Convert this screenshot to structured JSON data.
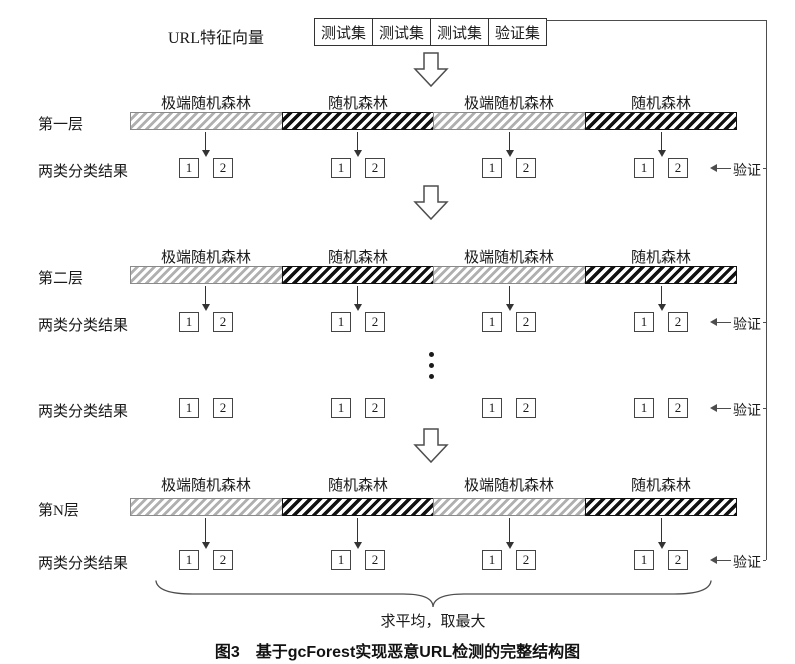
{
  "header": {
    "feature_label": "URL特征向量",
    "datasets": [
      "测试集",
      "测试集",
      "测试集",
      "验证集"
    ]
  },
  "forest_types": [
    "极端随机森林",
    "随机森林",
    "极端随机森林",
    "随机森林"
  ],
  "layers": [
    {
      "label": "第一层"
    },
    {
      "label": "第二层"
    },
    {
      "label": "第N层"
    }
  ],
  "result_row_label": "两类分类结果",
  "class_labels": [
    "1",
    "2"
  ],
  "verify_label": "验证",
  "aggregate_label": "求平均，取最大",
  "caption": "图3　基于gcForest实现恶意URL检测的完整结构图",
  "colors": {
    "light_hatch": "#b0b0b0",
    "dark_hatch": "#111111",
    "connector_line": "#4d4d4d"
  }
}
